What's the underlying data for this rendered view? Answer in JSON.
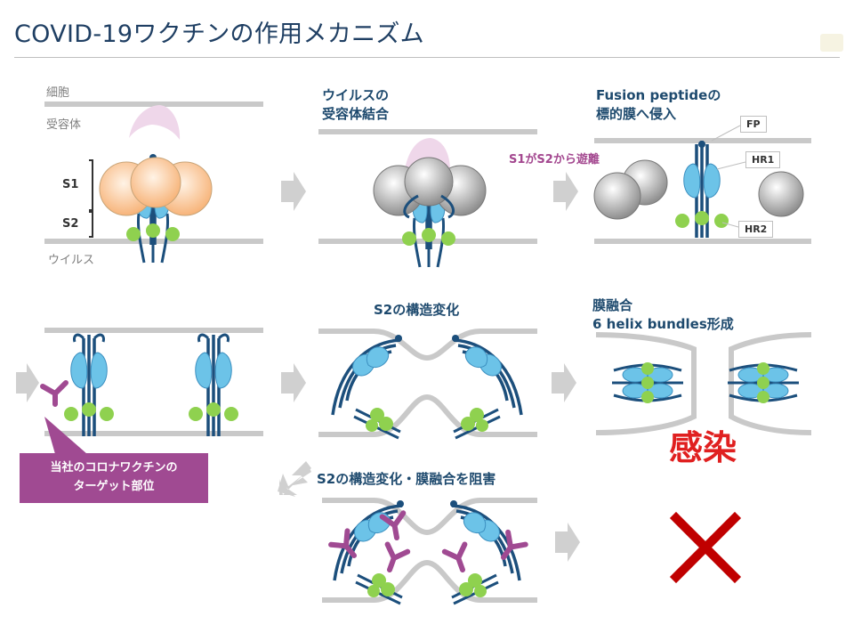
{
  "title": "COVID-19ワクチンの作用メカニズム",
  "labels": {
    "cell": "細胞",
    "receptor": "受容体",
    "s1": "S1",
    "s2": "S2",
    "virus": "ウイルス"
  },
  "steps": {
    "receptor_binding_line1": "ウイルスの",
    "receptor_binding_line2": "受容体結合",
    "s1_release": "S1がS2から遊離",
    "fusion_line1": "Fusion peptideの",
    "fusion_line2": "標的膜へ侵入",
    "fp": "FP",
    "hr1": "HR1",
    "hr2": "HR2",
    "s2_change": "S2の構造変化",
    "membrane_fusion_line1": "膜融合",
    "membrane_fusion_line2": "6 helix bundles形成",
    "infection": "感染",
    "block": "S2の構造変化・膜融合を阻害"
  },
  "vaccine_target": {
    "line1": "当社のコロナワクチンの",
    "line2": "ターゲット部位"
  },
  "colors": {
    "title": "#1f3f63",
    "step_text": "#1e4a6e",
    "membrane": "#c9c9c9",
    "s1_orange": "#f7b47a",
    "s1_gray": "#9a9a9a",
    "s2_blue": "#6cc3e8",
    "s2_dark": "#1c4f7c",
    "hr2_green": "#8fd14f",
    "receptor_pink": "#efd7ea",
    "antibody_purple": "#a04a92",
    "infection_red": "#e02020",
    "cross_red": "#c00000",
    "arrow_gray": "#d0d0d0"
  }
}
